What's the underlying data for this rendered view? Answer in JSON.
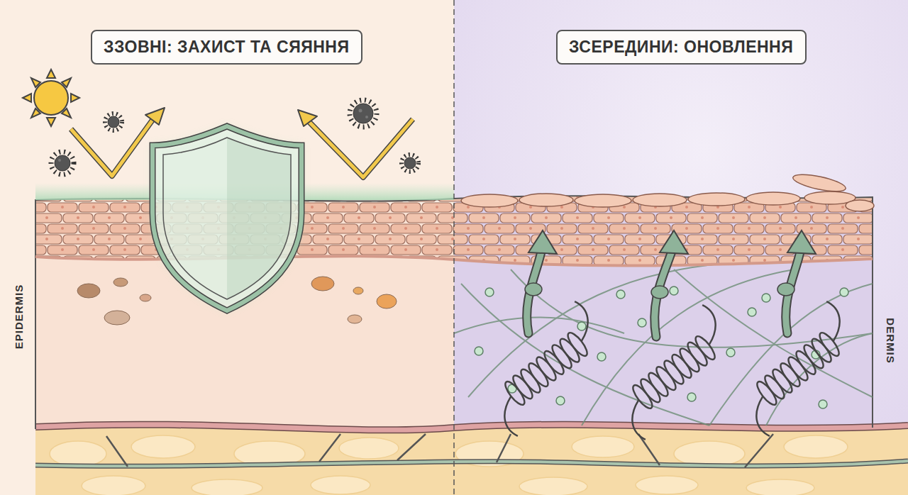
{
  "diagram": {
    "nodes": [
      {
        "text": [
          "ЗЗОВНІ: ЗАХИСТ ТА СЯЯННЯ"
        ]
      },
      {
        "text": [
          "ЗСЕРЕДИНИ: ОНОВЛЕННЯ"
        ]
      }
    ],
    "labels": [
      "EPIDERMIS",
      "DERMIS"
    ]
  }
}
